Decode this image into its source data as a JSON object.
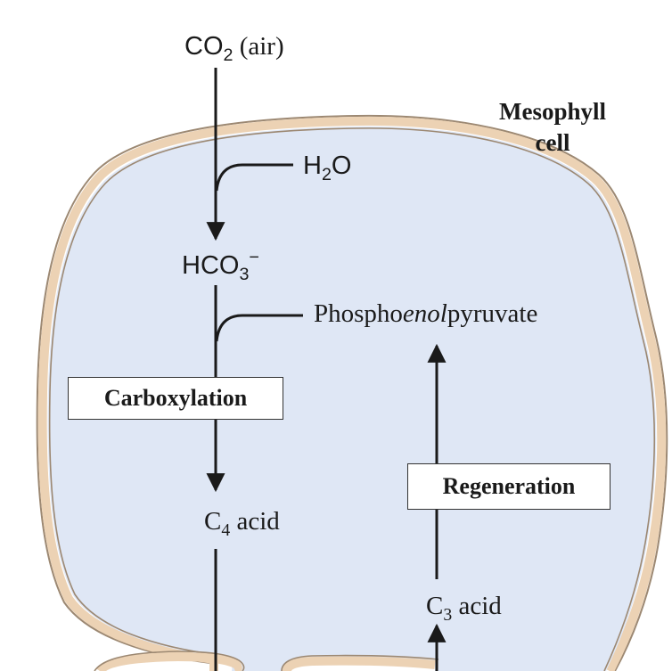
{
  "colors": {
    "cell_fill": "#dfe7f5",
    "cell_membrane": "#ecd2b4",
    "membrane_edge": "#9c8872",
    "ink": "#1a1a1a"
  },
  "cell_title": {
    "line1": "Mesophyll",
    "line2": "cell"
  },
  "labels": {
    "co2": {
      "main": "CO",
      "sub": "2",
      "tail": " (air)"
    },
    "h2o": {
      "main": "H",
      "sub": "2",
      "tail": "O"
    },
    "hco3": {
      "main": "HCO",
      "sub": "3",
      "sup": "−"
    },
    "pep": {
      "pre": "Phospho",
      "italic": "enol",
      "post": "pyruvate"
    },
    "c4_acid": {
      "main": "C",
      "sub": "4",
      "tail": " acid"
    },
    "c3_acid": {
      "main": "C",
      "sub": "3",
      "tail": " acid"
    }
  },
  "steps": {
    "carboxylation": "Carboxylation",
    "regeneration": "Regeneration"
  }
}
